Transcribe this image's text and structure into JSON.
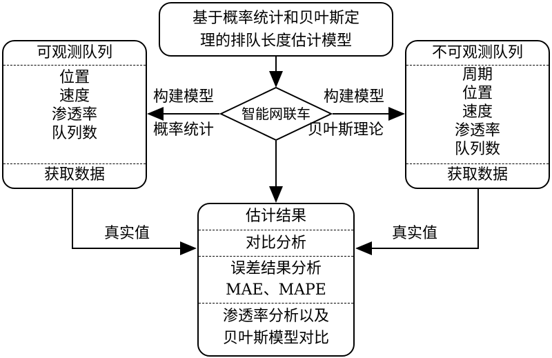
{
  "top_box": {
    "line1": "基于概率统计和贝叶斯定",
    "line2": "理的排队长度估计模型"
  },
  "left_box": {
    "title": "可观测队列",
    "items": [
      "位置",
      "速度",
      "渗透率",
      "队列数"
    ],
    "footer": "获取数据"
  },
  "right_box": {
    "title": "不可观测队列",
    "items": [
      "周期",
      "位置",
      "速度",
      "渗透率",
      "队列数"
    ],
    "footer": "获取数据"
  },
  "diamond": {
    "label": "智能网联车"
  },
  "left_arrow": {
    "top": "构建模型",
    "bottom": "概率统计"
  },
  "right_arrow": {
    "top": "构建模型",
    "bottom": "贝叶斯理论"
  },
  "bottom_box": {
    "section1": "估计结果",
    "section2": "对比分析",
    "section3_line1": "误差结果分析",
    "section3_line2": "MAE、MAPE",
    "section4_line1": "渗透率分析以及",
    "section4_line2": "贝叶斯模型对比"
  },
  "true_value_left": "真实值",
  "true_value_right": "真实值"
}
